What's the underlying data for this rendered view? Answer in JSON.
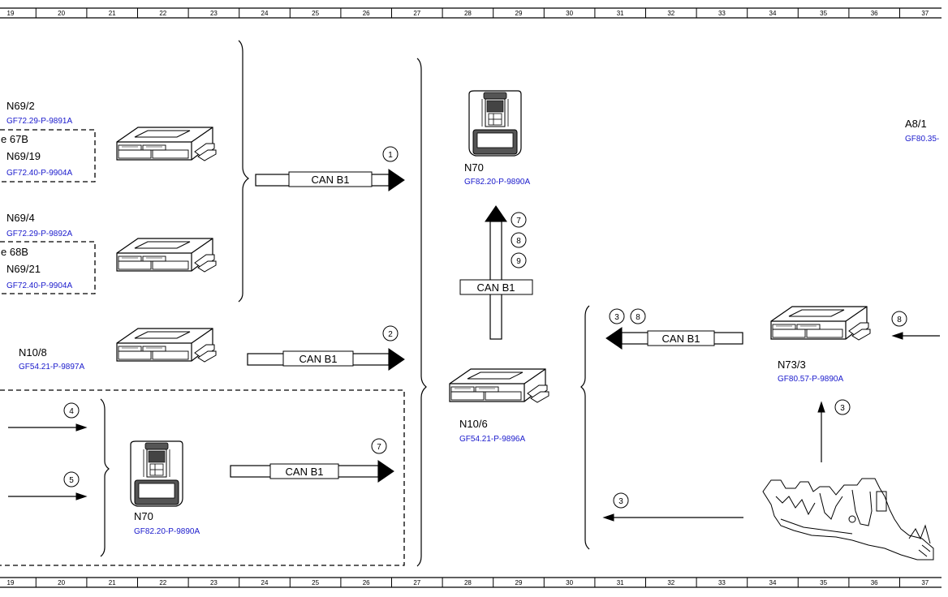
{
  "grid_columns": [
    "19",
    "20",
    "21",
    "22",
    "23",
    "24",
    "25",
    "26",
    "27",
    "28",
    "29",
    "30",
    "31",
    "32",
    "33",
    "34",
    "35",
    "36",
    "37"
  ],
  "components": {
    "n69_2": {
      "name": "N69/2",
      "ref": "GF72.29-P-9891A"
    },
    "e67b": {
      "name": "e 67B"
    },
    "n69_19": {
      "name": "N69/19",
      "ref": "GF72.40-P-9904A"
    },
    "n69_4": {
      "name": "N69/4",
      "ref": "GF72.29-P-9892A"
    },
    "e68b": {
      "name": "e 68B"
    },
    "n69_21": {
      "name": "N69/21",
      "ref": "GF72.40-P-9904A"
    },
    "n10_8": {
      "name": "N10/8",
      "ref": "GF54.21-P-9897A"
    },
    "n70_left": {
      "name": "N70",
      "ref": "GF82.20-P-9890A"
    },
    "n70_top": {
      "name": "N70",
      "ref": "GF82.20-P-9890A"
    },
    "n10_6": {
      "name": "N10/6",
      "ref": "GF54.21-P-9896A"
    },
    "n73_3": {
      "name": "N73/3",
      "ref": "GF80.57-P-9890A"
    },
    "a8_1": {
      "name": "A8/1",
      "ref": "GF80.35-"
    }
  },
  "bus_label": "CAN B1",
  "signals": {
    "s1": "1",
    "s2": "2",
    "s3a": "3",
    "s3b": "3",
    "s3c": "3",
    "s4": "4",
    "s5": "5",
    "s7a": "7",
    "s7b": "7",
    "s8a": "8",
    "s8b": "8",
    "s8c": "8",
    "s9": "9"
  }
}
